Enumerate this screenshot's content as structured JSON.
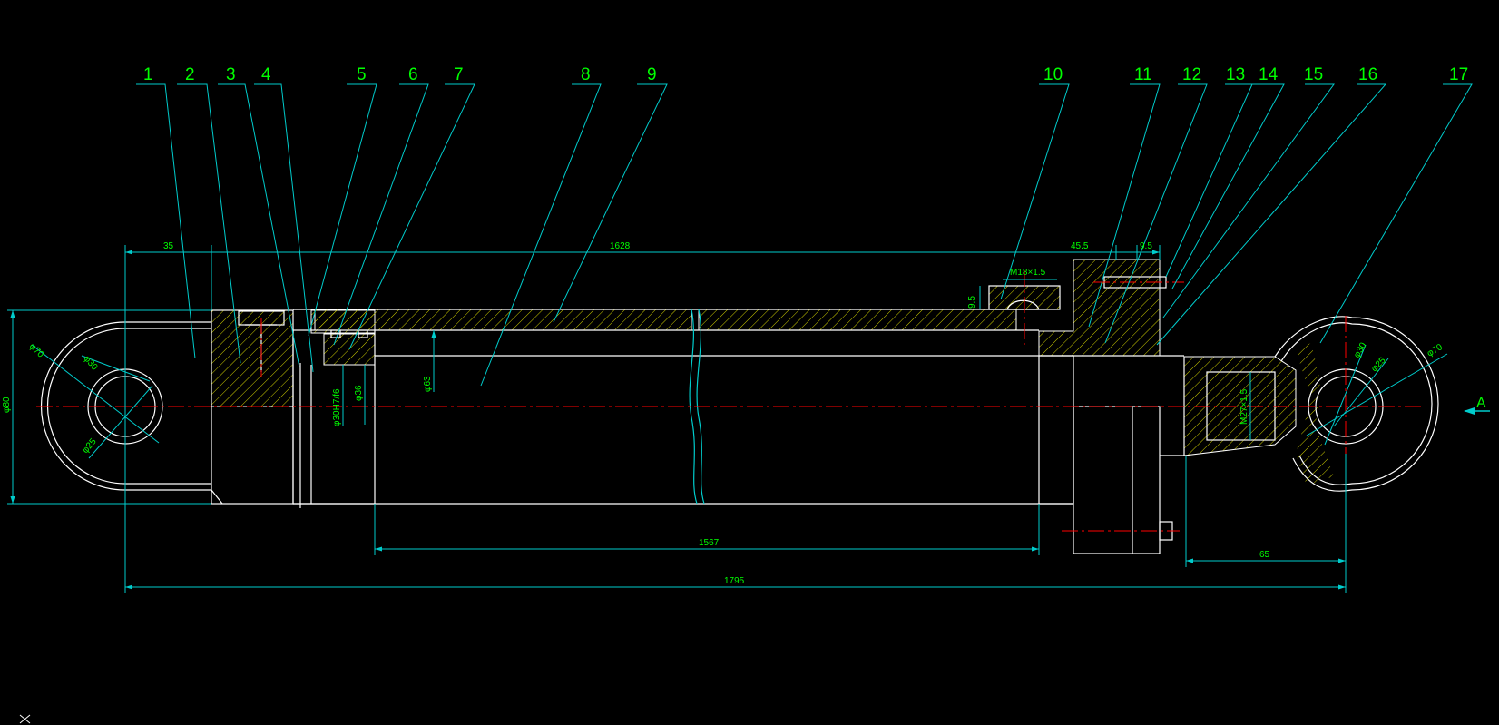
{
  "colors": {
    "background": "#000000",
    "outline": "#ffffff",
    "leader": "#00cccc",
    "dimension": "#00cccc",
    "centerline": "#ff0000",
    "hatch": "#cccc00",
    "text": "#00ff00"
  },
  "part_numbers": [
    "1",
    "2",
    "3",
    "4",
    "5",
    "6",
    "7",
    "8",
    "9",
    "10",
    "11",
    "12",
    "13",
    "14",
    "15",
    "16",
    "17"
  ],
  "dimensions": {
    "d35": "35",
    "d1628": "1628",
    "d45_5": "45.5",
    "d9_5_top": "9.5",
    "d9_5_side": "9.5",
    "thread_port": "M18×1.5",
    "phi80": "φ80",
    "phi70_left": "φ70",
    "phi30_left": "φ30",
    "phi25_left": "φ25",
    "phi63": "φ63",
    "phi36": "φ36",
    "phi30_fit": "φ30H7/f6",
    "d1567": "1567",
    "d1795": "1795",
    "d65": "65",
    "thread_rod": "M27×1.5",
    "phi30_right": "φ30",
    "phi25_right": "φ25",
    "phi70_right": "φ70"
  },
  "view_label": "A",
  "icons": {
    "ucs": "ucs-x-icon",
    "view_arrow": "view-arrow-icon"
  }
}
